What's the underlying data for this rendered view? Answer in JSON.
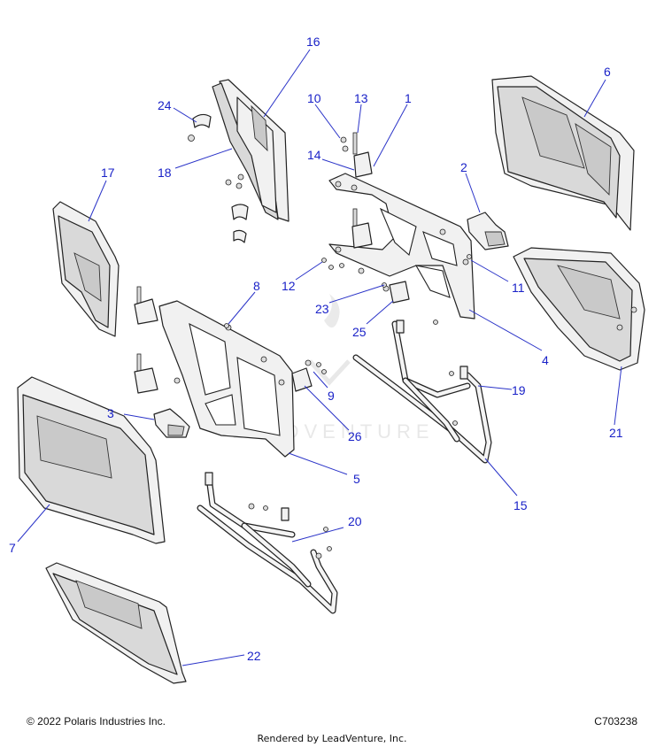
{
  "diagram": {
    "watermark": "LEADVENTURE",
    "callouts": [
      "1",
      "2",
      "3",
      "4",
      "5",
      "6",
      "7",
      "8",
      "9",
      "10",
      "11",
      "12",
      "13",
      "14",
      "15",
      "16",
      "17",
      "18",
      "19",
      "20",
      "21",
      "22",
      "23",
      "24",
      "25",
      "26"
    ]
  },
  "footer": {
    "copyright": "© 2022 Polaris Industries Inc.",
    "code": "C703238",
    "rendered_by": "Rendered by LeadVenture, Inc."
  }
}
